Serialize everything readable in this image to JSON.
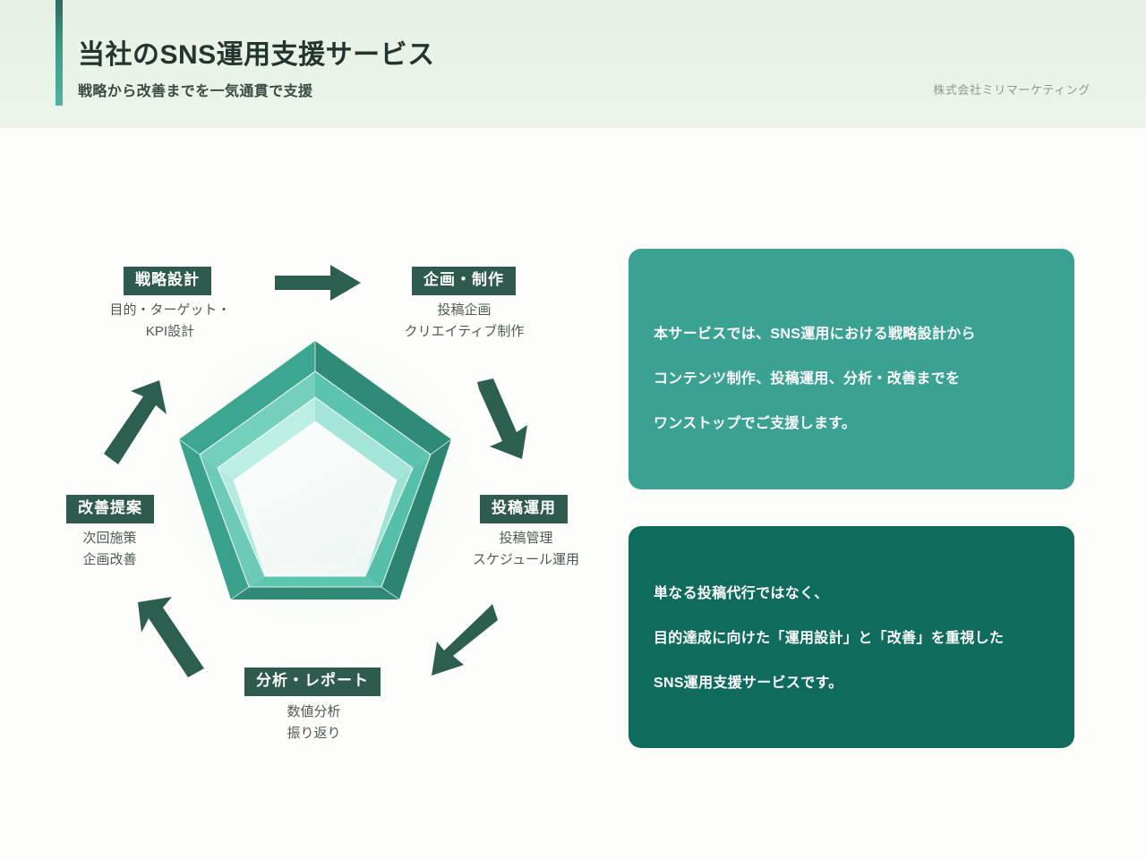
{
  "header": {
    "title": "当社のSNS運用支援サービス",
    "subtitle": "戦略から改善までを一気通貫で支援",
    "company": "株式会社ミリマーケティング",
    "accent_color": "#3f9d8a",
    "background_color": "#e8f2e6"
  },
  "diagram": {
    "shape": "pentagon",
    "ring_colors": [
      "#3da08c",
      "#6ecbb6",
      "#a9e6d9"
    ],
    "badge_color": "#2f5a4e",
    "arrow_color": "#2c5f4f",
    "nodes": [
      {
        "id": "strategy",
        "label": "戦略設計",
        "caption_lines": [
          "目的・ターゲット・",
          "KPI設計"
        ]
      },
      {
        "id": "planning",
        "label": "企画・制作",
        "caption_lines": [
          "投稿企画",
          "クリエイティブ制作"
        ]
      },
      {
        "id": "operation",
        "label": "投稿運用",
        "caption_lines": [
          "投稿管理",
          "スケジュール運用"
        ]
      },
      {
        "id": "analysis",
        "label": "分析・レポート",
        "caption_lines": [
          "数値分析",
          "振り返り"
        ]
      },
      {
        "id": "improvement",
        "label": "改善提案",
        "caption_lines": [
          "次回施策",
          "企画改善"
        ]
      }
    ],
    "arrows": [
      {
        "id": "strategy-to-planning",
        "direction": "right"
      },
      {
        "id": "planning-to-operation",
        "direction": "down-right"
      },
      {
        "id": "operation-to-analysis",
        "direction": "down-left"
      },
      {
        "id": "analysis-to-improvement",
        "direction": "up-left"
      },
      {
        "id": "improvement-to-strategy",
        "direction": "up-right"
      }
    ]
  },
  "panels": [
    {
      "id": "overview",
      "color": "#3aa193",
      "lines": [
        "本サービスでは、SNS運用における戦略設計から",
        "コンテンツ制作、投稿運用、分析・改善までを",
        "ワンストップでご支援します。"
      ]
    },
    {
      "id": "differentiator",
      "color": "#0f6b5c",
      "lines": [
        "単なる投稿代行ではなく、",
        "目的達成に向けた「運用設計」と「改善」を重視した",
        "SNS運用支援サービスです。"
      ]
    }
  ]
}
